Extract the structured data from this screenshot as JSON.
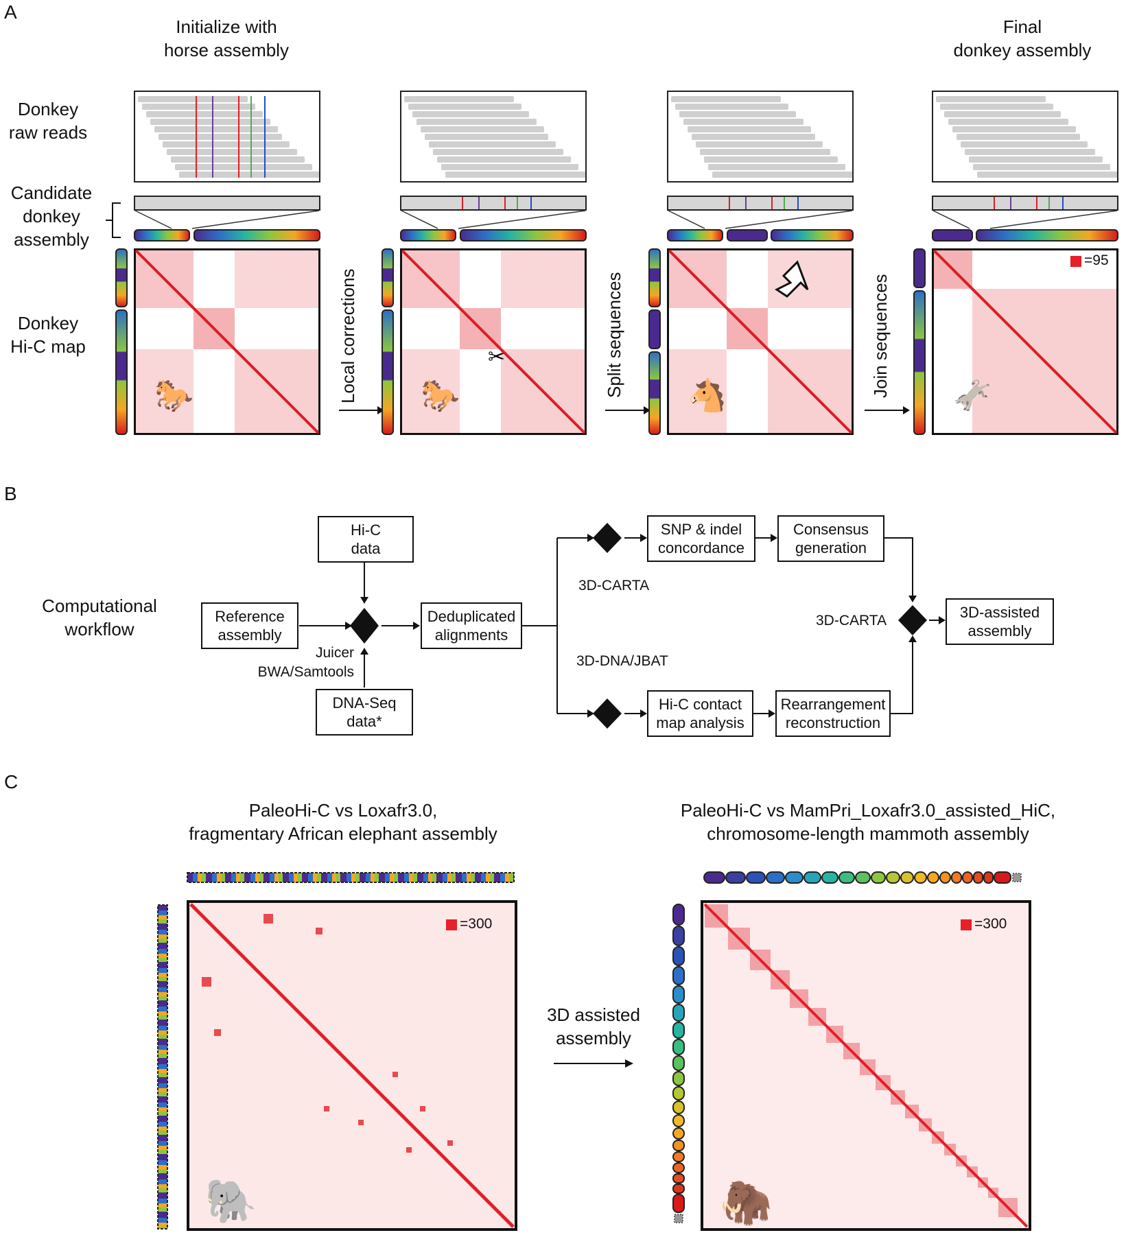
{
  "panel_a": {
    "letter": "A",
    "title_init": [
      "Initialize with",
      "horse assembly"
    ],
    "title_final": [
      "Final",
      "donkey assembly"
    ],
    "row_label_reads": [
      "Donkey",
      "raw reads"
    ],
    "row_label_candidate": [
      "Candidate",
      "donkey",
      "assembly"
    ],
    "row_label_hic": [
      "Donkey",
      "Hi-C map"
    ],
    "step1": "Local corrections",
    "step2": "Split sequences",
    "step3": "Join sequences",
    "scale_label": "=95",
    "colors": {
      "contact": "#e8202a",
      "snp_red": "#e01e24",
      "snp_purple": "#6a3d9a",
      "snp_green": "#4daf4a",
      "snp_blue": "#1f4fc8"
    }
  },
  "panel_b": {
    "letter": "B",
    "workflow_label": [
      "Computational",
      "workflow"
    ],
    "hic_data": [
      "Hi-C",
      "data"
    ],
    "reference": [
      "Reference",
      "assembly"
    ],
    "dnaseq": [
      "DNA-Seq",
      "data*"
    ],
    "tools": [
      "Juicer",
      "BWA/Samtools"
    ],
    "dedup": [
      "Deduplicated",
      "alignments"
    ],
    "branch_top": "3D-CARTA",
    "branch_bottom": "3D-DNA/JBAT",
    "snp": [
      "SNP & indel",
      "concordance"
    ],
    "consensus": [
      "Consensus",
      "generation"
    ],
    "hic_contact": [
      "Hi-C contact",
      "map analysis"
    ],
    "rearrangement": [
      "Rearrangement",
      "reconstruction"
    ],
    "merge_label": "3D-CARTA",
    "assisted": [
      "3D-assisted",
      "assembly"
    ]
  },
  "panel_c": {
    "letter": "C",
    "left_title": [
      "PaleoHi-C vs Loxafr3.0,",
      "fragmentary African elephant assembly"
    ],
    "right_title": [
      "PaleoHi-C vs MamPri_Loxafr3.0_assisted_HiC,",
      "chromosome-length mammoth assembly"
    ],
    "middle_label": [
      "3D assisted",
      "assembly"
    ],
    "scale_left": "=300",
    "scale_right": "=300"
  }
}
